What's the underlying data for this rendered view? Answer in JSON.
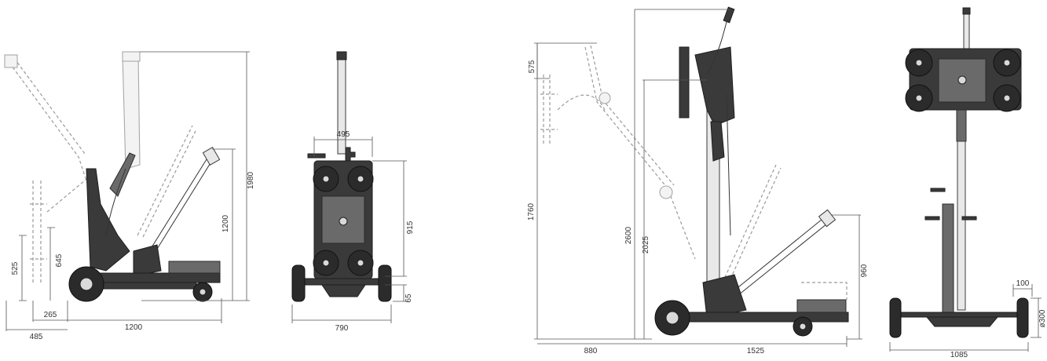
{
  "views": [
    {
      "id": "side-view-1",
      "dimensions": [
        "1980",
        "1200",
        "645",
        "525",
        "265",
        "1200",
        "485"
      ]
    },
    {
      "id": "front-view-1",
      "dimensions": [
        "495",
        "915",
        "65",
        "790"
      ]
    },
    {
      "id": "side-view-2",
      "dimensions": [
        "575",
        "1760",
        "2600",
        "2025",
        "960",
        "880",
        "1525"
      ]
    },
    {
      "id": "front-view-2",
      "dimensions": [
        "100",
        "ø300",
        "1085"
      ]
    }
  ],
  "colors": {
    "frame_dark": "#3a3a3a",
    "wheel": "#2b2b2b",
    "ghost_line": "#9a9a9a",
    "dimension_line": "#555555"
  }
}
